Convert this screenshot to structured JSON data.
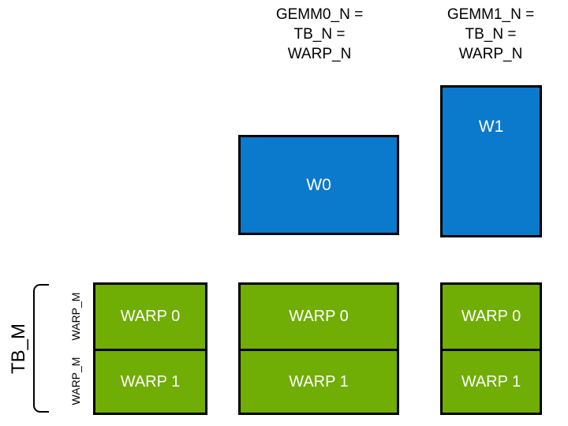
{
  "diagram": {
    "title_headers": [
      {
        "id": "gemm0",
        "text": "GEMM0_N =\nTB_N =\nWARP_N"
      },
      {
        "id": "gemm1",
        "text": "GEMM1_N =\nTB_N =\nWARP_N"
      }
    ],
    "warp_boxes": [
      {
        "id": "w0",
        "label": "W0",
        "color": "#0b79cc"
      },
      {
        "id": "w1",
        "label": "W1",
        "color": "#0b79cc"
      }
    ],
    "warp_columns": [
      {
        "id": "col0",
        "cells": [
          "WARP 0",
          "WARP 1"
        ]
      },
      {
        "id": "col1",
        "cells": [
          "WARP 0",
          "WARP 1"
        ]
      },
      {
        "id": "col2",
        "cells": [
          "WARP 0",
          "WARP 1"
        ]
      }
    ],
    "axis_labels": {
      "tb_m": "TB_M",
      "warp_m_top": "WARP_M",
      "warp_m_bottom": "WARP_M"
    },
    "colors": {
      "green": "#70ad05",
      "blue": "#0b79cc",
      "outline": "#000000",
      "text_on_fill": "#ffffff",
      "background": "#ffffff"
    }
  }
}
